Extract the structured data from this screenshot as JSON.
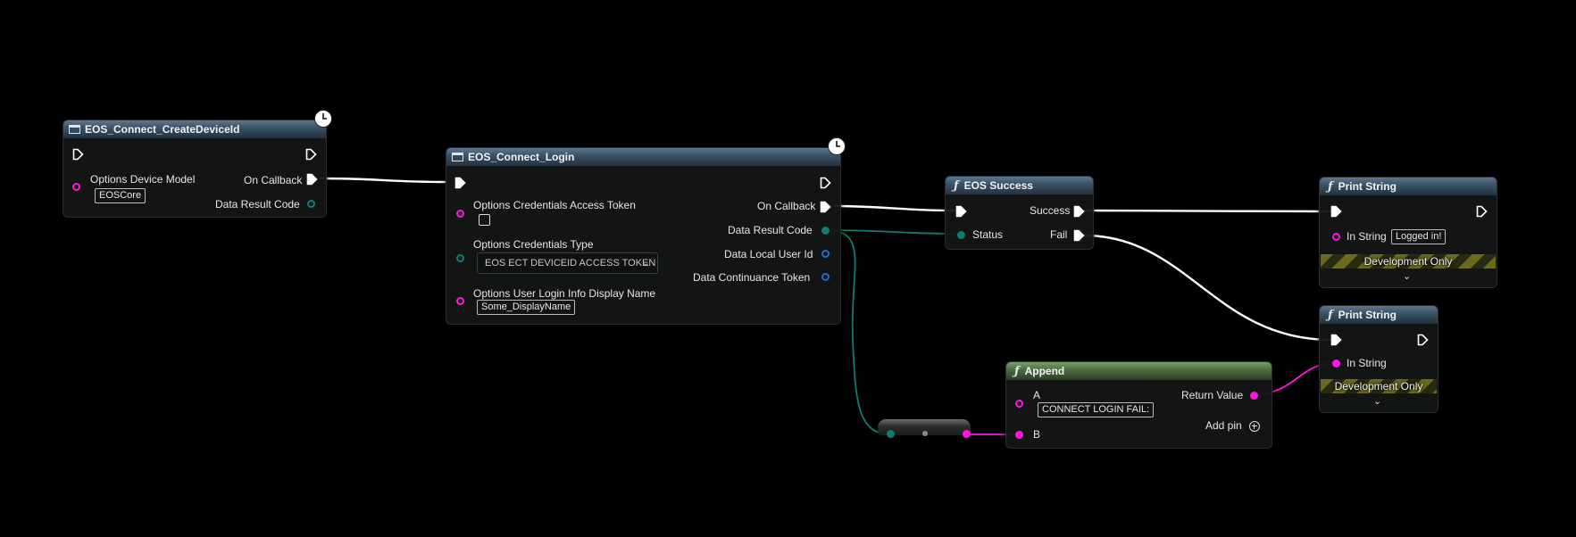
{
  "colors": {
    "background": "#000000",
    "exec_wire": "#ffffff",
    "string_pin": "#ff15e0",
    "struct_pin": "#0f7d70",
    "id_pin": "#1e6ad8",
    "function_header": "#3a5368",
    "pure_header": "#4d7042"
  },
  "nodes": {
    "create_device": {
      "title": "EOS_Connect_CreateDeviceId",
      "icon": "async-window-icon",
      "pins": {
        "device_model_label": "Options Device Model",
        "device_model_value": "EOSCore",
        "on_callback": "On Callback",
        "data_result_code": "Data Result Code"
      }
    },
    "connect_login": {
      "title": "EOS_Connect_Login",
      "icon": "async-window-icon",
      "pins": {
        "access_token_label": "Options Credentials Access Token",
        "cred_type_label": "Options Credentials Type",
        "cred_type_value": "EOS ECT DEVICEID ACCESS TOKEN",
        "display_name_label": "Options User Login Info Display Name",
        "display_name_value": "Some_DisplayName",
        "on_callback": "On Callback",
        "data_result_code": "Data Result Code",
        "data_local_user_id": "Data Local User Id",
        "data_continuance_token": "Data Continuance Token"
      }
    },
    "eos_success": {
      "title": "EOS Success",
      "icon": "function-icon",
      "pins": {
        "status": "Status",
        "success": "Success",
        "fail": "Fail"
      }
    },
    "print_success": {
      "title": "Print String",
      "icon": "function-icon",
      "pins": {
        "in_string": "In String",
        "in_string_value": "Logged in!",
        "dev_only": "Development Only"
      }
    },
    "print_fail": {
      "title": "Print String",
      "icon": "function-icon",
      "pins": {
        "in_string": "In String",
        "dev_only": "Development Only"
      }
    },
    "append": {
      "title": "Append",
      "icon": "function-icon",
      "pins": {
        "a": "A",
        "a_value": "CONNECT LOGIN FAIL:",
        "b": "B",
        "return_value": "Return Value",
        "add_pin": "Add pin"
      }
    }
  }
}
